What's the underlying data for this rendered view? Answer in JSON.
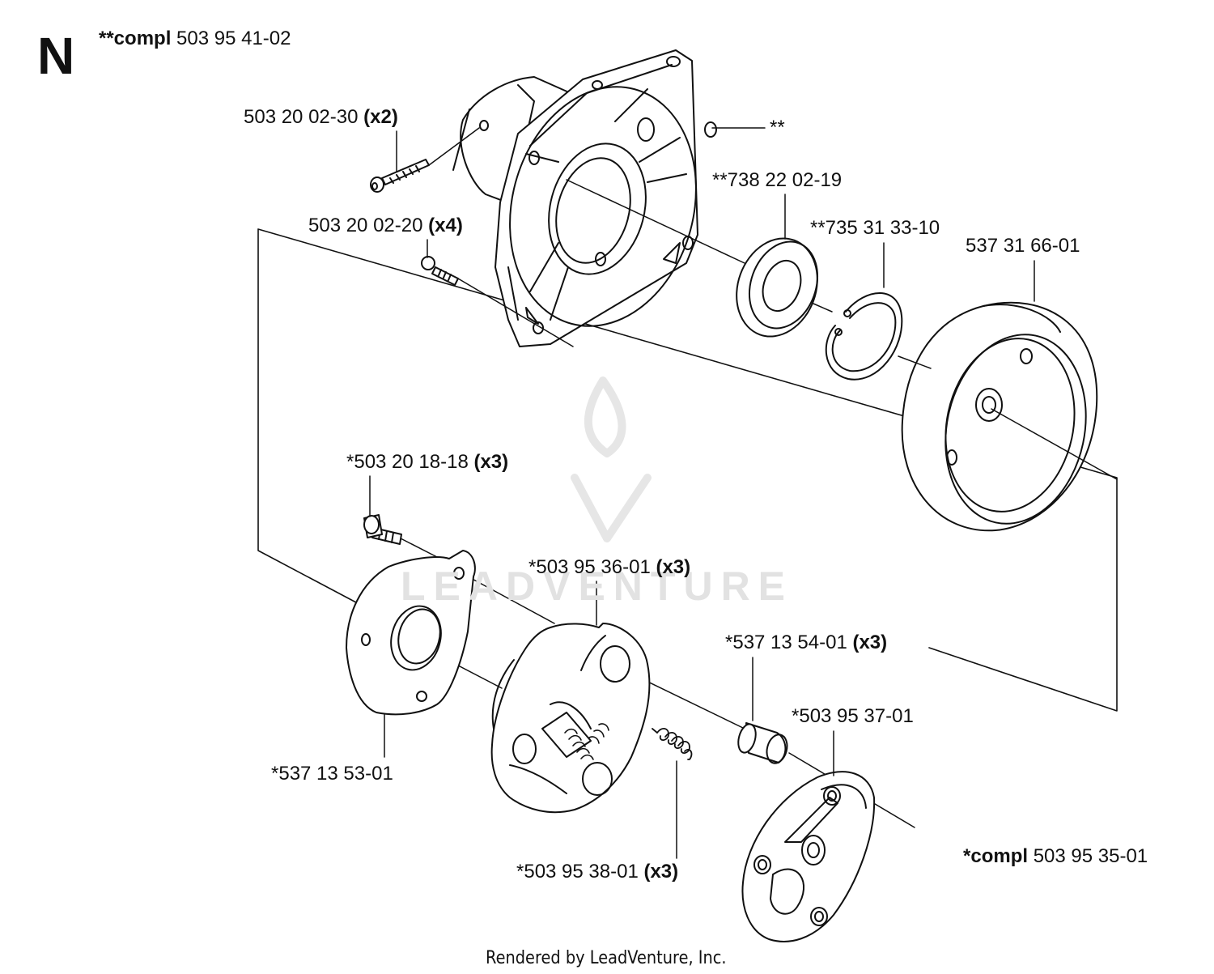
{
  "diagram": {
    "section_letter": "N",
    "assembly_top": {
      "prefix": "**compl",
      "number": "503 95 41-02"
    },
    "assembly_bottom": {
      "prefix": "*compl",
      "number": "503 95 35-01"
    },
    "parts": [
      {
        "id": "p1",
        "number": "503 20 02-30",
        "qty": "(x2)"
      },
      {
        "id": "p2",
        "number": "**",
        "qty": ""
      },
      {
        "id": "p3",
        "number": "**738 22 02-19",
        "qty": ""
      },
      {
        "id": "p4",
        "number": "503 20 02-20",
        "qty": "(x4)"
      },
      {
        "id": "p5",
        "number": "**735 31 33-10",
        "qty": ""
      },
      {
        "id": "p6",
        "number": "537 31 66-01",
        "qty": ""
      },
      {
        "id": "p7",
        "number": "*503 20 18-18",
        "qty": "(x3)"
      },
      {
        "id": "p8",
        "number": "*503 95 36-01",
        "qty": "(x3)"
      },
      {
        "id": "p9",
        "number": "*537 13 54-01",
        "qty": "(x3)"
      },
      {
        "id": "p10",
        "number": "*503 95 37-01",
        "qty": ""
      },
      {
        "id": "p11",
        "number": "*537 13 53-01",
        "qty": ""
      },
      {
        "id": "p12",
        "number": "*503 95 38-01",
        "qty": "(x3)"
      }
    ],
    "watermark": "LEADVENTURE",
    "footer": "Rendered by LeadVenture, Inc."
  }
}
